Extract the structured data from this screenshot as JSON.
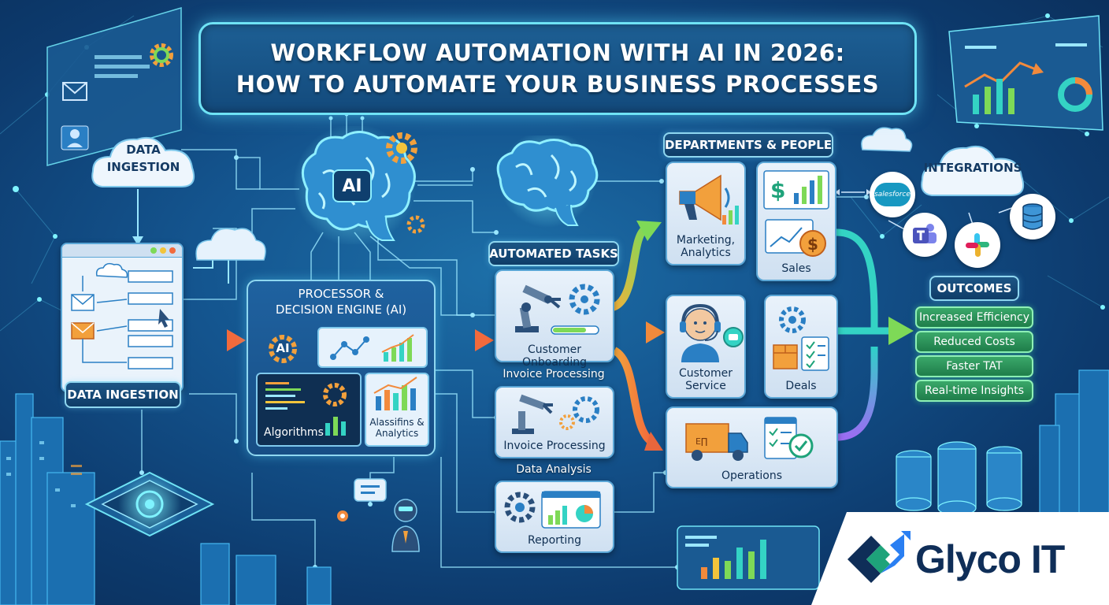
{
  "title": {
    "line1": "WORKFLOW AUTOMATION WITH AI IN 2026:",
    "line2": "HOW TO AUTOMATE YOUR BUSINESS PROCESSES"
  },
  "ingestion": {
    "cloud_label_line1": "DATA",
    "cloud_label_line2": "INGESTION",
    "panel_label": "DATA INGESTION"
  },
  "ai_brain": {
    "badge": "AI"
  },
  "processor": {
    "title_line1": "PROCESSOR &",
    "title_line2": "DECISION ENGINE (AI)",
    "ai_badge": "AI",
    "algorithms_label": "Algorithms",
    "analytics_label_line1": "Alassifins &",
    "analytics_label_line2": "Analytics"
  },
  "automated_tasks": {
    "header": "AUTOMATED TASKS",
    "onboarding_label": "Customer Onboarding",
    "invoice_section_label": "Invoice Processing",
    "invoice_label": "Invoice Processing",
    "data_analysis_label": "Data Analysis",
    "reporting_label": "Reporting"
  },
  "departments": {
    "header": "DEPARTMENTS & PEOPLE",
    "marketing_line1": "Marketing,",
    "marketing_line2": "Analytics",
    "sales": "Sales",
    "customer_service_line1": "Customer",
    "customer_service_line2": "Service",
    "deals": "Deals",
    "operations": "Operations",
    "truck_text": "E∏"
  },
  "integrations": {
    "header": "INTEGRATIONS",
    "salesforce_text": "salesforce",
    "icons": [
      "salesforce-icon",
      "teams-icon",
      "slack-icon",
      "database-icon"
    ]
  },
  "outcomes": {
    "header": "OUTCOMES",
    "items": [
      "Increased Efficiency",
      "Reduced Costs",
      "Faster TAT",
      "Real-time Insights"
    ]
  },
  "brand": {
    "name": "Glyco IT"
  },
  "colors": {
    "background": "#14558f",
    "title_border": "#6fe3f5",
    "outcome_green": "#2f9a5e",
    "arrow_orange": "#f28a3c",
    "arrow_green": "#7ed957",
    "brand_navy": "#0f2e58",
    "brand_blue": "#2a7ff2",
    "brand_green": "#1ea37a"
  }
}
